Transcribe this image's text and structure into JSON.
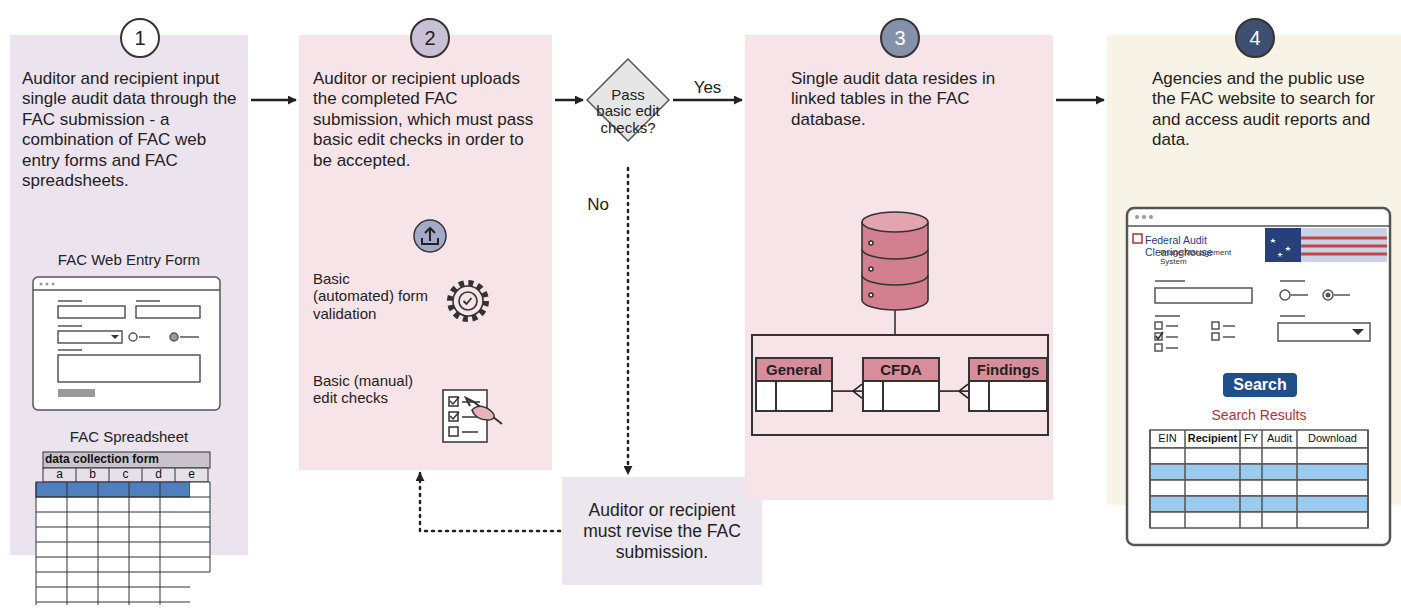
{
  "diagram": {
    "nodes": [
      {
        "text": [
          "Auditor and recipient input single audit data through the FAC submission - a combination of FAC web entry forms and FAC spreadsheets."
        ]
      },
      {
        "text": [
          "1"
        ],
        "in": 0
      },
      {
        "text": [
          "Auditor or recipient uploads the completed FAC submission, which must pass basic edit checks in order to be accepted."
        ]
      },
      {
        "text": [
          "2"
        ],
        "in": 2
      },
      {
        "text": [
          "Pass basic edit checks?"
        ]
      },
      {
        "text": [
          "Auditor or recipient must revise the FAC submission."
        ]
      },
      {
        "text": [
          "Single audit data resides in linked tables in the FAC database."
        ]
      },
      {
        "text": [
          "3"
        ],
        "in": 6
      },
      {
        "text": [
          "General"
        ],
        "in": 6
      },
      {
        "text": [
          "CFDA"
        ],
        "in": 6
      },
      {
        "text": [
          "Findings"
        ],
        "in": 6
      },
      {
        "text": [
          "Agencies and the public use the FAC website to search for and access audit reports and data."
        ]
      },
      {
        "text": [
          "4"
        ],
        "in": 11
      },
      {
        "text": [
          "Search"
        ],
        "in": 11
      }
    ],
    "edges": [
      {
        "from": 0,
        "to": 2,
        "arrow": "to"
      },
      {
        "from": 2,
        "to": 4,
        "arrow": "to"
      },
      {
        "from": 4,
        "to": 6,
        "label": "Yes",
        "arrow": "to"
      },
      {
        "from": 4,
        "to": 5,
        "label": "No",
        "arrow": "to"
      },
      {
        "from": 5,
        "to": 2,
        "arrow": "to"
      },
      {
        "from": 6,
        "to": 11,
        "arrow": "to"
      },
      {
        "from": 8,
        "to": 9,
        "arrow": "none"
      },
      {
        "from": 9,
        "to": 10,
        "arrow": "none"
      }
    ],
    "labels": [
      "FAC Web Entry Form",
      "FAC Spreadsheet",
      "data collection form",
      "a",
      "b",
      "c",
      "d",
      "e",
      "Basic (automated) form validation",
      "Basic (manual) edit checks",
      "Federal Audit Clearinghouse",
      "Image Management System",
      "Search Results",
      "EIN",
      "Recipient",
      "FY",
      "Audit",
      "Download"
    ]
  }
}
